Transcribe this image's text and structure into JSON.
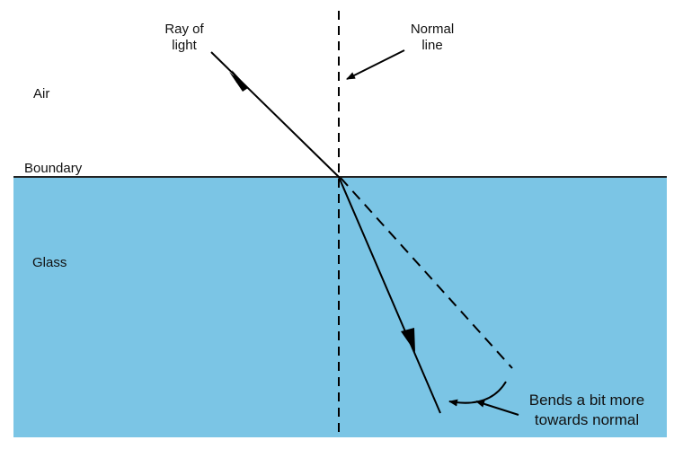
{
  "labels": {
    "ray_line1": "Ray of",
    "ray_line2": "light",
    "normal_line1": "Normal",
    "normal_line2": "line",
    "air": "Air",
    "boundary": "Boundary",
    "glass": "Glass",
    "bends_line1": "Bends a bit more",
    "bends_line2": "towards normal"
  },
  "colors": {
    "glass": "#7BC5E5",
    "line": "#000000"
  }
}
